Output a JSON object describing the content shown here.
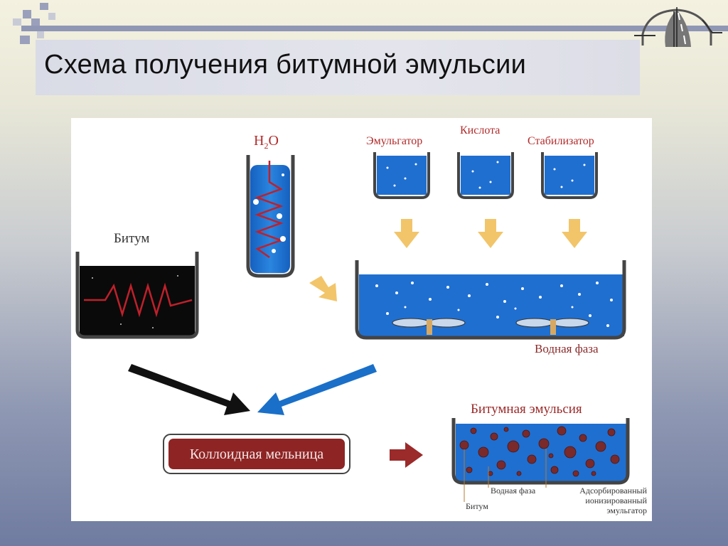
{
  "slide": {
    "title": "Схема получения битумной эмульсии"
  },
  "diagram": {
    "labels": {
      "h2o_h": "H",
      "h2o_sub": "2",
      "h2o_o": "O",
      "emulsifier": "Эмульгатор",
      "acid": "Кислота",
      "stabilizer": "Стабилизатор",
      "bitumen": "Битум",
      "water_phase": "Водная фаза",
      "colloid_mill": "Коллоидная мельница",
      "bitumen_emulsion": "Битумная эмульсия",
      "legend_bitumen": "Битум",
      "legend_water_phase": "Водная фаза",
      "legend_emulsifier_line1": "Адсорбированный",
      "legend_emulsifier_line2": "ионизированный",
      "legend_emulsifier_line3": "эмульгатор"
    },
    "colors": {
      "water": "#1d6fd0",
      "bitumen": "#0a0a0a",
      "heating_coil": "#c0202a",
      "arrow_yellow": "#f2c56a",
      "arrow_black": "#111111",
      "arrow_blue": "#1a6fc8",
      "arrow_red": "#9b2a2a",
      "mill_fill": "#8e2424",
      "droplet": "#7a2a2a"
    }
  }
}
